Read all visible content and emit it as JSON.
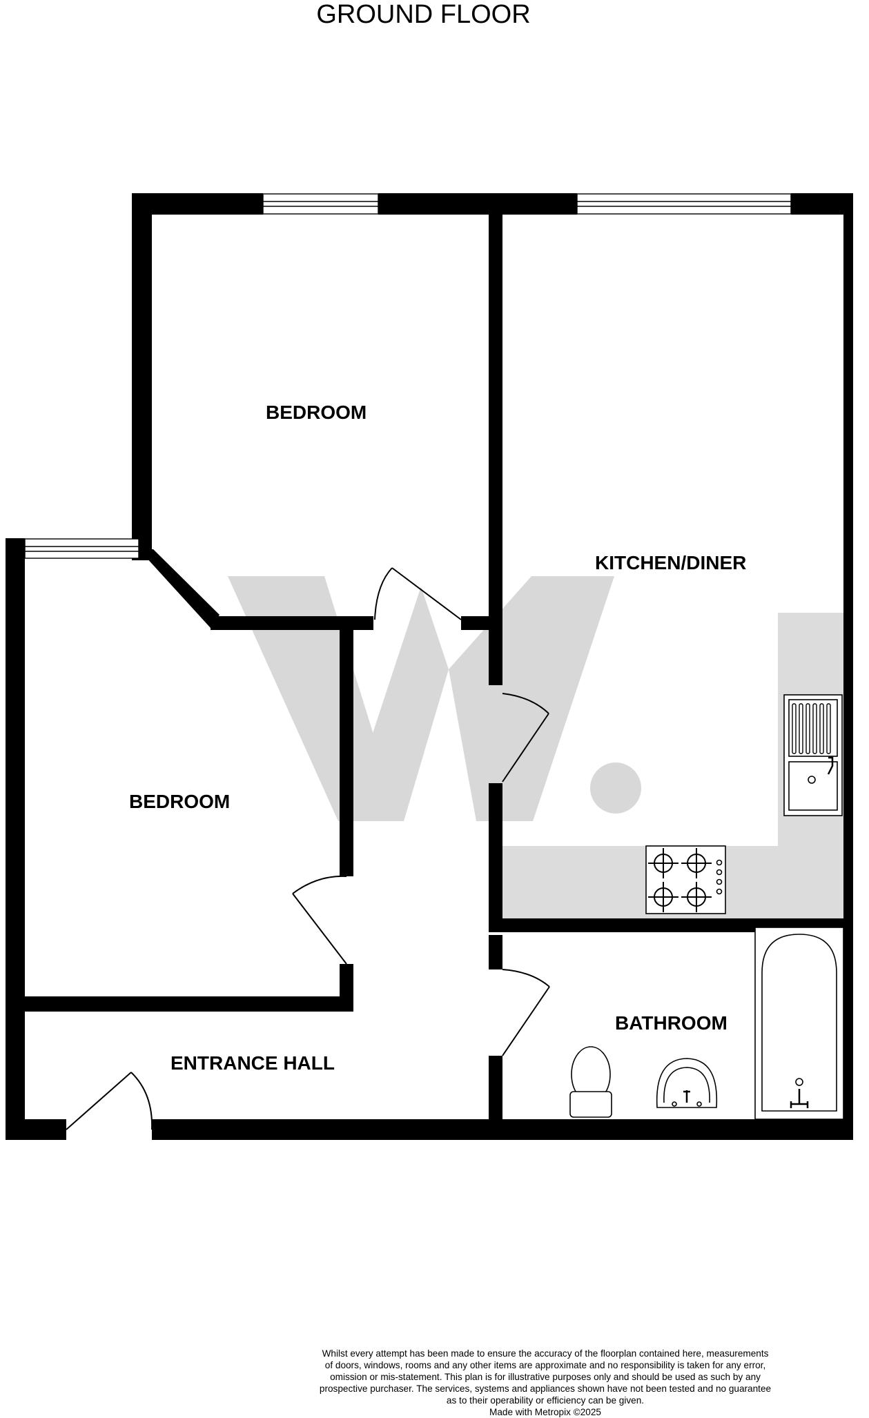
{
  "title": "GROUND FLOOR",
  "rooms": {
    "bedroom_upper": "BEDROOM",
    "bedroom_left": "BEDROOM",
    "kitchen_diner": "KITCHEN/DINER",
    "bathroom": "BATHROOM",
    "entrance_hall": "ENTRANCE HALL"
  },
  "disclaimer_lines": [
    "Whilst every attempt has been made to ensure the accuracy of the floorplan contained here, measurements",
    "of doors, windows, rooms and any other items are approximate and no responsibility is taken for any error,",
    "omission or mis-statement. This plan is for illustrative purposes only and should be used as such by any",
    "prospective purchaser. The services, systems and appliances shown have not been tested and no guarantee",
    "as to their operability or efficiency can be given.",
    "Made with Metropix ©2025"
  ],
  "colors": {
    "wall": "#000000",
    "kitchen_floor": "#dcdcdc",
    "watermark": "#d8d8d8"
  },
  "icons": [
    "watermark-w-logo",
    "sink-icon",
    "hob-icon",
    "toilet-icon",
    "basin-icon",
    "bath-icon"
  ]
}
